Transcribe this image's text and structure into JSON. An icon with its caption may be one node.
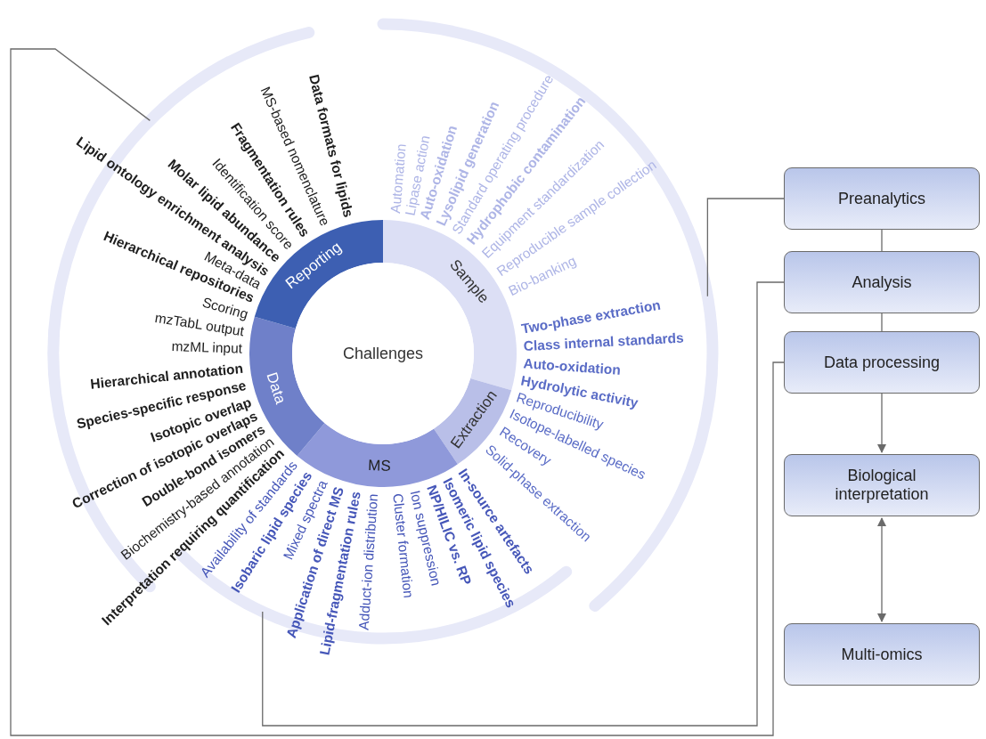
{
  "diagram": {
    "nodes": [
      {
        "text": [
          "Challenges"
        ]
      },
      {
        "text": [
          "Sample"
        ],
        "beside": [
          "Automation",
          "Lipase action",
          "Auto-oxidation",
          "Lysolipid generation",
          "Standard operating procedure",
          "Hydrophobic contamination",
          "Equipment standardization",
          "Reproducible sample collection",
          "Bio-banking"
        ]
      },
      {
        "text": [
          "Extraction"
        ],
        "beside": [
          "Two-phase extraction",
          "Class internal standards",
          "Auto-oxidation",
          "Hydrolytic activity",
          "Reproducibility",
          "Isotope-labelled species",
          "Recovery",
          "Solid-phase extraction"
        ]
      },
      {
        "text": [
          "MS"
        ],
        "beside": [
          "In-source artefacts",
          "Isomeric lipid species",
          "NP/HILIC vs. RP",
          "Ion suppression",
          "Cluster formation",
          "Adduct-ion distribution",
          "Lipid-fragmentation rules",
          "Application of direct MS",
          "Mixed spectra",
          "Isobaric lipid species",
          "Availability of standards"
        ]
      },
      {
        "text": [
          "Data"
        ],
        "beside": [
          "Interpretation requiring quantification",
          "Biochemistry-based annotation",
          "Double-bond isomers",
          "Correction of isotopic overlaps",
          "Isotopic overlap",
          "Species-specific response",
          "Hierarchical annotation",
          "mzML input",
          "mzTabL output",
          "Scoring"
        ]
      },
      {
        "text": [
          "Reporting"
        ],
        "beside": [
          "Hierarchical repositories",
          "Meta-data",
          "Lipid ontology enrichment analysis",
          "Molar lipid abundance",
          "Identification score",
          "Fragmentation rules",
          "MS-based nomenclature",
          "Data formats for lipids"
        ]
      },
      {
        "text": [
          "Preanalytics"
        ]
      },
      {
        "text": [
          "Analysis"
        ]
      },
      {
        "text": [
          "Data processing"
        ]
      },
      {
        "text": [
          "Biological interpretation"
        ]
      },
      {
        "text": [
          "Multi-omics"
        ]
      }
    ],
    "edges": [
      {
        "from": 6,
        "to": 7,
        "arrow": "none"
      },
      {
        "from": 7,
        "to": 8,
        "arrow": "none"
      },
      {
        "from": 8,
        "to": 9,
        "arrow": "to"
      },
      {
        "from": 9,
        "to": 10,
        "arrow": "both"
      },
      {
        "from": 6,
        "to": null,
        "arrow": "none"
      },
      {
        "from": 7,
        "to": 3,
        "arrow": "none"
      },
      {
        "from": 8,
        "to": 5,
        "arrow": "none"
      }
    ]
  }
}
